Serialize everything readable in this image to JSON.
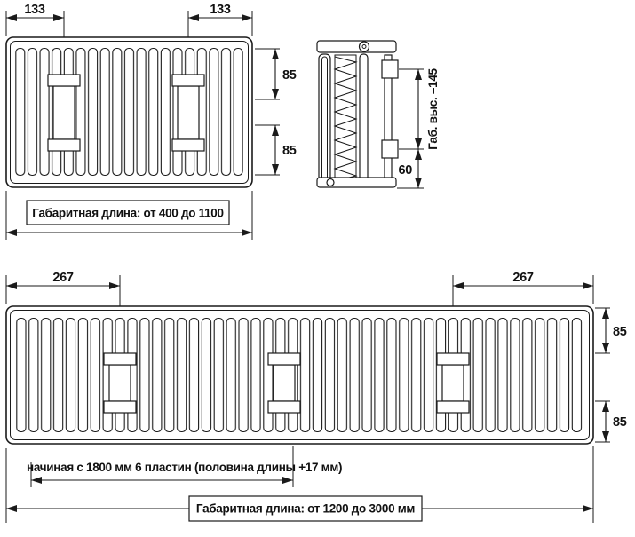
{
  "drawing": {
    "front_view_small": {
      "dim_bracket_offset_left": "133",
      "dim_bracket_offset_right": "133",
      "dim_top_margin": "85",
      "dim_bottom_margin": "85",
      "overall_length_label": "Габаритная длина: от 400 до 1100"
    },
    "side_view": {
      "height_label": "Габ. выс. –145",
      "bottom_offset": "60"
    },
    "front_view_large": {
      "dim_bracket_offset_left": "267",
      "dim_bracket_offset_right": "267",
      "dim_top_margin": "85",
      "dim_bottom_margin": "85",
      "plates_note": "начиная с 1800 мм 6 пластин (половина длины +17 мм)",
      "overall_length_label": "Габаритная длина: от 1200 до 3000 мм"
    },
    "colors": {
      "line": "#1a1a1a",
      "background": "#ffffff"
    }
  }
}
